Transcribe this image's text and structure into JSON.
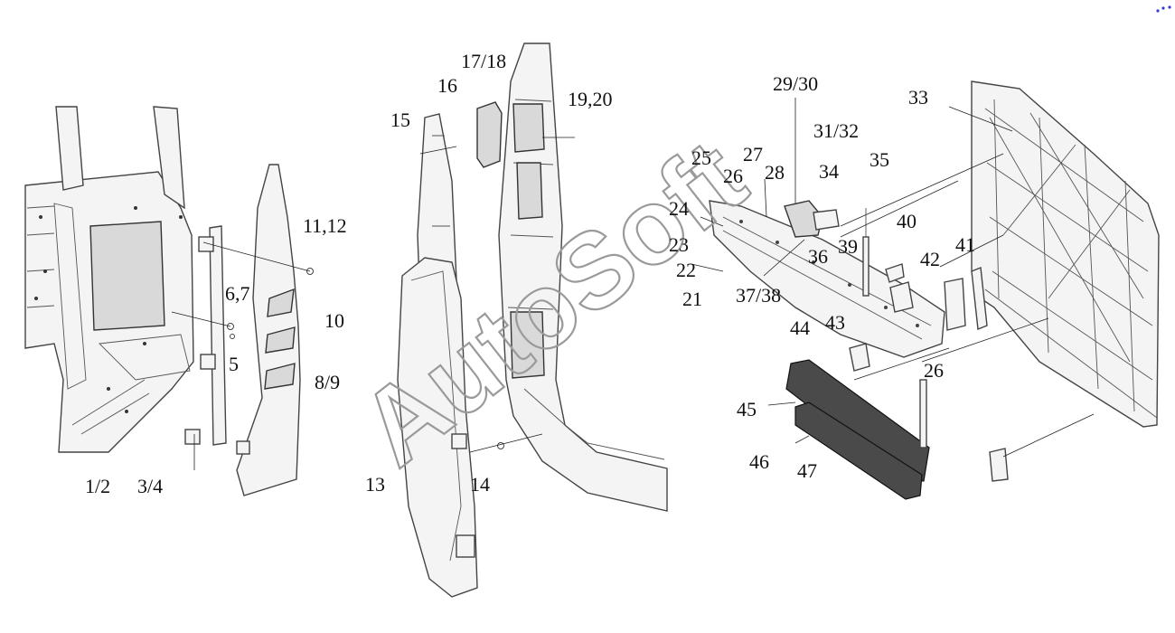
{
  "watermark": "AutoSoft",
  "labels": {
    "l1": "1/2",
    "l3": "3/4",
    "l5": "5",
    "l6": "6,7",
    "l8": "8/9",
    "l10": "10",
    "l11": "11,12",
    "l13": "13",
    "l14": "14",
    "l15": "15",
    "l16": "16",
    "l17": "17/18",
    "l19": "19,20",
    "l21": "21",
    "l22": "22",
    "l23": "23",
    "l24": "24",
    "l25": "25",
    "l26a": "26",
    "l26b": "26",
    "l27": "27",
    "l28": "28",
    "l29": "29/30",
    "l31": "31/32",
    "l33": "33",
    "l34": "34",
    "l35": "35",
    "l36": "36",
    "l37": "37/38",
    "l39": "39",
    "l40": "40",
    "l41": "41",
    "l42": "42",
    "l43": "43",
    "l44": "44",
    "l45": "45",
    "l46": "46",
    "l47": "47"
  }
}
